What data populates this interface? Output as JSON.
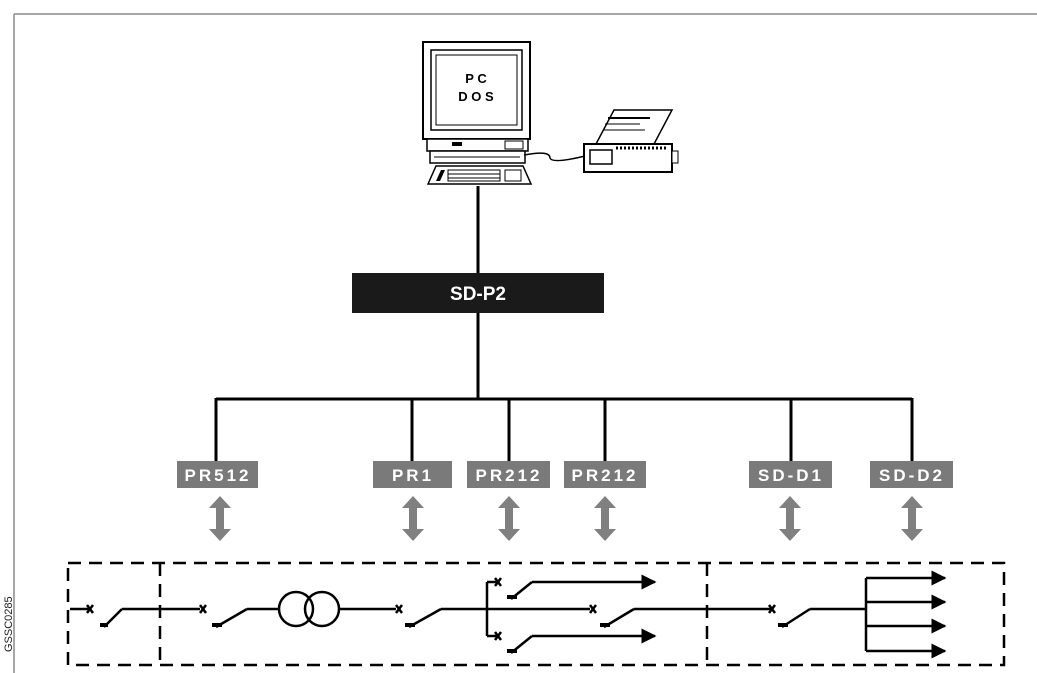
{
  "pc": {
    "line1": "P C",
    "line2": "D O S"
  },
  "controller": {
    "label": "SD-P2"
  },
  "relays": [
    {
      "label": "PR512"
    },
    {
      "label": "PR1"
    },
    {
      "label": "PR212"
    },
    {
      "label": "PR212"
    },
    {
      "label": "SD-D1"
    },
    {
      "label": "SD-D2"
    }
  ],
  "figure_code": "GSSC0285",
  "colors": {
    "line": "#000000",
    "controller_bg": "#1a1a1a",
    "relay_bg": "#7a7a7a",
    "arrow": "#808080",
    "border": "#8a8a8a"
  },
  "icons": [
    "computer-monitor-icon",
    "printer-icon",
    "keyboard-icon",
    "transformer-icon",
    "circuit-breaker-icon",
    "bidirectional-arrow-icon"
  ]
}
